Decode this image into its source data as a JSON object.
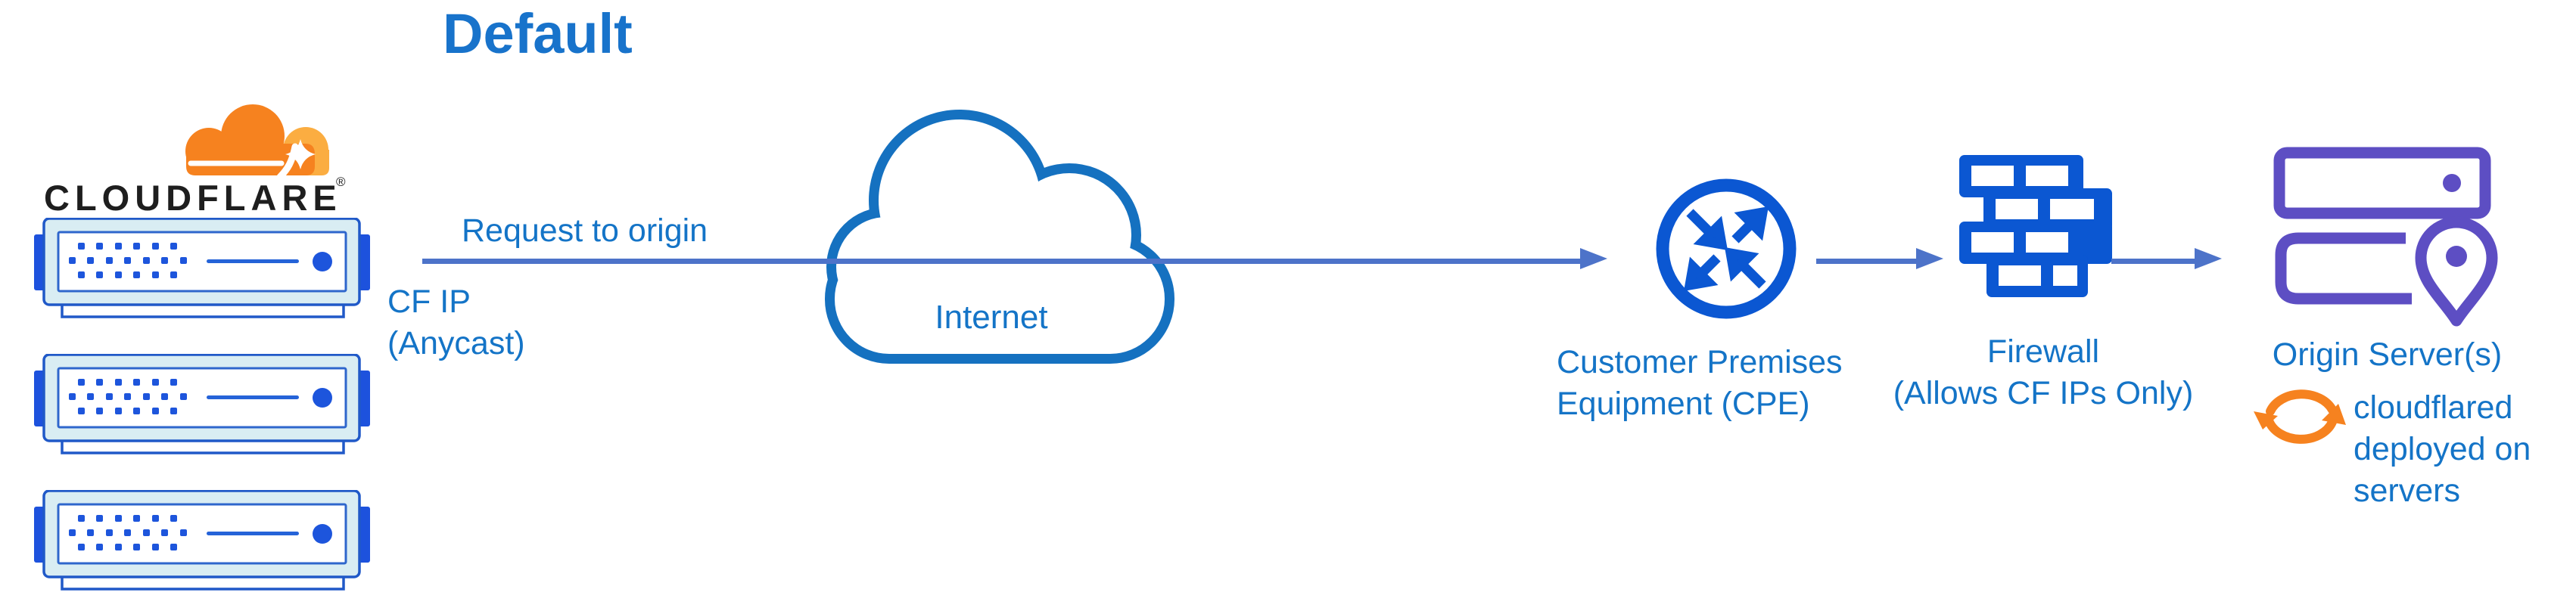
{
  "title": "Default",
  "brand": {
    "wordmark": "CLOUDFLARE",
    "registered": "®"
  },
  "labels": {
    "request": "Request to origin",
    "cf_ip": [
      "CF IP",
      "(Anycast)"
    ],
    "internet": "Internet",
    "cpe": [
      "Customer Premises",
      "Equipment (CPE)"
    ],
    "firewall": [
      "Firewall",
      "(Allows CF IPs Only)"
    ],
    "origin": "Origin Server(s)",
    "cloudflared": [
      "cloudflared",
      "deployed on",
      "servers"
    ]
  },
  "colors": {
    "title_blue": "#1873CB",
    "label_blue": "#1474C7",
    "arrow_slate_blue": "#4D73C9",
    "icon_blue": "#0B57D2",
    "server_stroke_blue": "#2059C8",
    "server_fill_cyan": "#D9EDF3",
    "server_dot_blue": "#1D55DC",
    "origin_purple": "#5D4EC3",
    "cloudflare_orange": "#F6821F",
    "cloudflare_orange_light": "#FBAD41",
    "wordmark_black": "#1E1E1E"
  },
  "icons": {
    "logo": "cloudflare-logo",
    "edge_server": "edge-server-icon",
    "internet": "internet-cloud-icon",
    "cpe": "router-arrows-icon",
    "firewall": "brick-wall-icon",
    "origin": "origin-servers-icon",
    "pin": "location-pin-icon",
    "sync": "sync-arrows-icon",
    "arrow": "flow-arrow"
  }
}
